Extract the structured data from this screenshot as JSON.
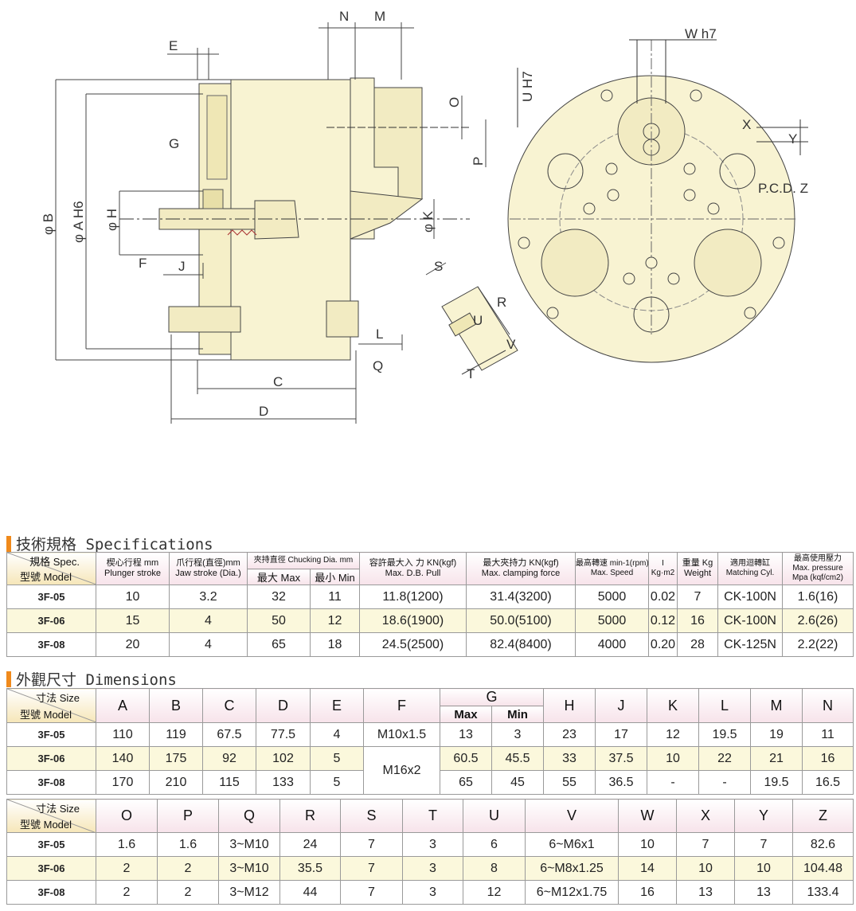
{
  "drawing": {
    "labels": {
      "N": "N",
      "M": "M",
      "E": "E",
      "G": "G",
      "B": "φ B",
      "A": "φ A H6",
      "H": "φ H",
      "F": "F",
      "J": "J",
      "K": "φ K",
      "C": "C",
      "D": "D",
      "L": "L",
      "Q": "Q",
      "O": "O",
      "P": "P",
      "S": "S",
      "R": "R",
      "T": "T",
      "V": "V",
      "U": "U",
      "W": "W h7",
      "UH7": "U H7",
      "X": "X",
      "Y": "Y",
      "Z": "P.C.D. Z"
    }
  },
  "specifications": {
    "title": "技術規格 Specifications",
    "corner_top": "規格 Spec.",
    "corner_bottom": "型號 Model",
    "headers": {
      "plunger": [
        "楔心行程 mm",
        "Plunger stroke"
      ],
      "jaw": [
        "爪行程(直徑)mm",
        "Jaw stroke (Dia.)"
      ],
      "chucking": "夾持直徑 Chucking Dia. mm",
      "max": "最大 Max",
      "min": "最小 Min",
      "pull": [
        "容許最大入  力 KN(kgf)",
        "Max. D.B. Pull"
      ],
      "force": [
        "最大夾持力 KN(kgf)",
        "Max. clamping force"
      ],
      "speed": [
        "最高轉速 min-1(rpm)",
        "Max. Speed"
      ],
      "inertia": [
        "I",
        "Kg·m2"
      ],
      "weight": [
        "重量 Kg",
        "Weight"
      ],
      "cyl": [
        "適用迴轉缸",
        "Matching Cyl."
      ],
      "pressure": [
        "最高使用壓力",
        "Max. pressure",
        "Mpa (kqf/cm2)"
      ]
    },
    "rows": [
      {
        "model": "3F-05",
        "plunger": "10",
        "jaw": "3.2",
        "max": "32",
        "min": "11",
        "pull": "11.8(1200)",
        "force": "31.4(3200)",
        "speed": "5000",
        "inertia": "0.02",
        "weight": "7",
        "cyl": "CK-100N",
        "pressure": "1.6(16)"
      },
      {
        "model": "3F-06",
        "plunger": "15",
        "jaw": "4",
        "max": "50",
        "min": "12",
        "pull": "18.6(1900)",
        "force": "50.0(5100)",
        "speed": "5000",
        "inertia": "0.12",
        "weight": "16",
        "cyl": "CK-100N",
        "pressure": "2.6(26)"
      },
      {
        "model": "3F-08",
        "plunger": "20",
        "jaw": "4",
        "max": "65",
        "min": "18",
        "pull": "24.5(2500)",
        "force": "82.4(8400)",
        "speed": "4000",
        "inertia": "0.20",
        "weight": "28",
        "cyl": "CK-125N",
        "pressure": "2.2(22)"
      }
    ]
  },
  "dimensions": {
    "title": "外觀尺寸 Dimensions",
    "corner_top": "寸法 Size",
    "corner_bottom": "型號 Model",
    "table1": {
      "headers": [
        "A",
        "B",
        "C",
        "D",
        "E",
        "F",
        "G",
        "H",
        "J",
        "K",
        "L",
        "M",
        "N"
      ],
      "g_max": "Max",
      "g_min": "Min",
      "rows": [
        {
          "model": "3F-05",
          "A": "110",
          "B": "119",
          "C": "67.5",
          "D": "77.5",
          "E": "4",
          "F": "M10x1.5",
          "Gmax": "13",
          "Gmin": "3",
          "H": "23",
          "J": "17",
          "K": "12",
          "L": "19.5",
          "M": "19",
          "N": "11"
        },
        {
          "model": "3F-06",
          "A": "140",
          "B": "175",
          "C": "92",
          "D": "102",
          "E": "5",
          "F": "M16x2",
          "Gmax": "60.5",
          "Gmin": "45.5",
          "H": "33",
          "J": "37.5",
          "K": "10",
          "L": "22",
          "M": "21",
          "N": "16"
        },
        {
          "model": "3F-08",
          "A": "170",
          "B": "210",
          "C": "115",
          "D": "133",
          "E": "5",
          "Gmax": "65",
          "Gmin": "45",
          "H": "55",
          "J": "36.5",
          "K": "-",
          "L": "-",
          "M": "19.5",
          "N": "16.5"
        }
      ]
    },
    "table2": {
      "headers": [
        "O",
        "P",
        "Q",
        "R",
        "S",
        "T",
        "U",
        "V",
        "W",
        "X",
        "Y",
        "Z"
      ],
      "rows": [
        {
          "model": "3F-05",
          "O": "1.6",
          "P": "1.6",
          "Q": "3~M10",
          "R": "24",
          "S": "7",
          "T": "3",
          "U": "6",
          "V": "6~M6x1",
          "W": "10",
          "X": "7",
          "Y": "7",
          "Z": "82.6"
        },
        {
          "model": "3F-06",
          "O": "2",
          "P": "2",
          "Q": "3~M10",
          "R": "35.5",
          "S": "7",
          "T": "3",
          "U": "8",
          "V": "6~M8x1.25",
          "W": "14",
          "X": "10",
          "Y": "10",
          "Z": "104.48"
        },
        {
          "model": "3F-08",
          "O": "2",
          "P": "2",
          "Q": "3~M12",
          "R": "44",
          "S": "7",
          "T": "3",
          "U": "12",
          "V": "6~M12x1.75",
          "W": "16",
          "X": "13",
          "Y": "13",
          "Z": "133.4"
        }
      ]
    }
  }
}
